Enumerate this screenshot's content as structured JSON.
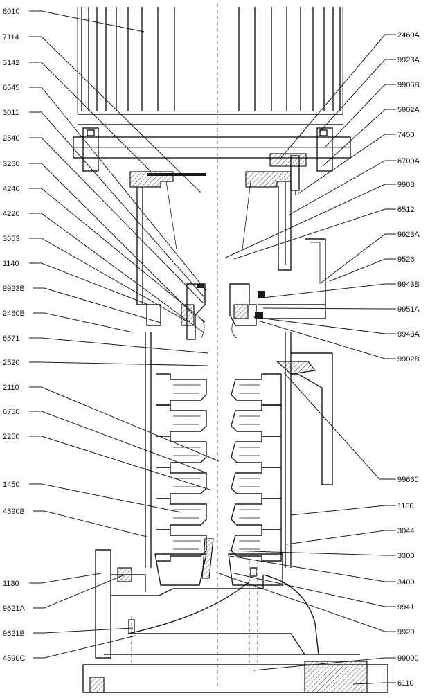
{
  "title": "",
  "labels_left": [
    "8010",
    "7114",
    "3142",
    "6545",
    "3011",
    "2540",
    "3260",
    "4246",
    "4220",
    "3653",
    "1140",
    "9923B",
    "2460B",
    "6571",
    "2520",
    "2110",
    "6750",
    "2250",
    "1450",
    "4590B",
    "1130",
    "9621A",
    "9621B",
    "4590C"
  ],
  "labels_right": [
    "2460A",
    "9923A",
    "9906B",
    "5902A",
    "7450",
    "6700A",
    "9908",
    "6512",
    "9923A",
    "9526",
    "9943B",
    "9951A",
    "9943A",
    "9902B",
    "99660",
    "1160",
    "3044",
    "3300",
    "3400",
    "9941",
    "9929",
    "99000",
    "6110"
  ]
}
